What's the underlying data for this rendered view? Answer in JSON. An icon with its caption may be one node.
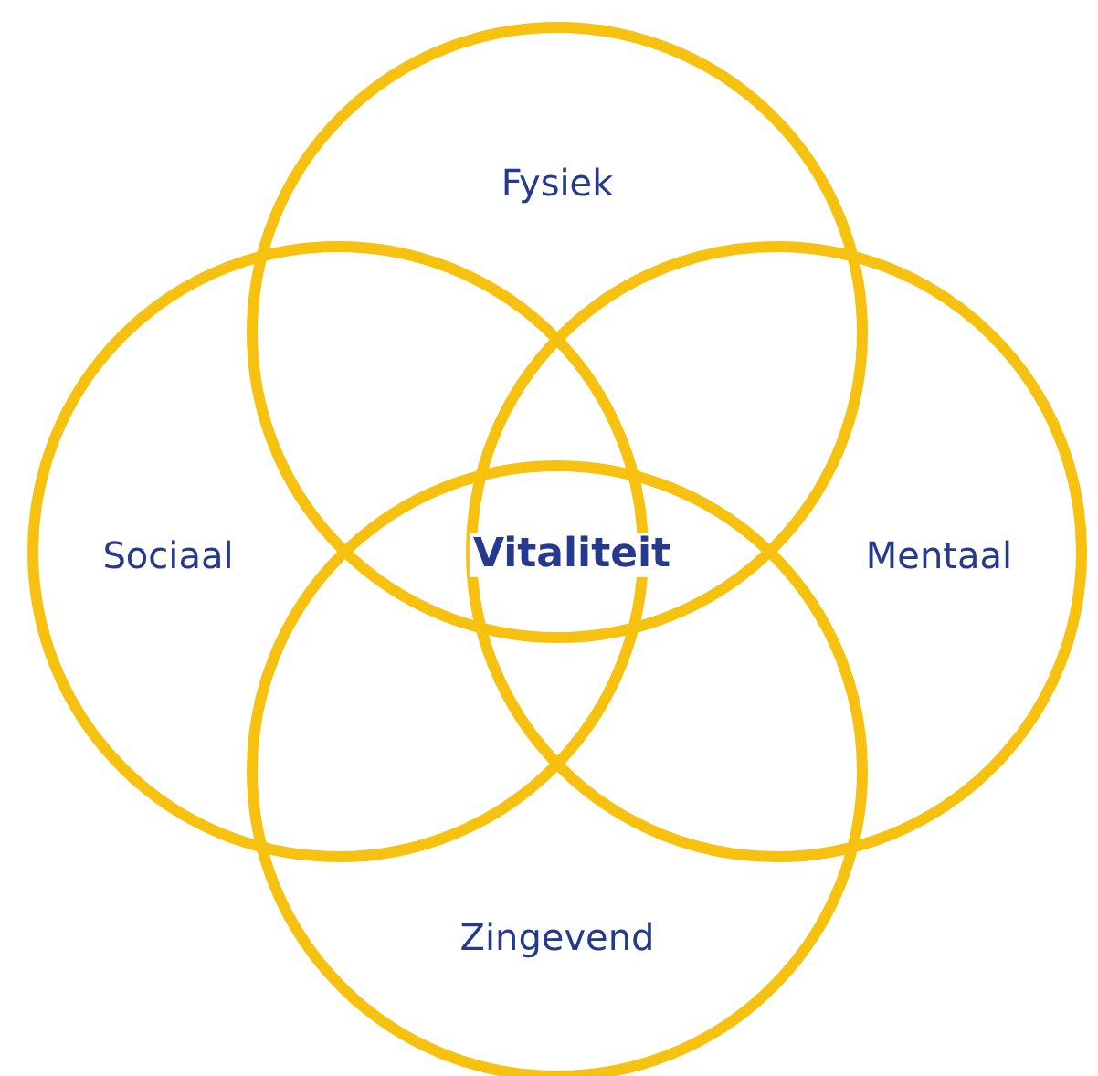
{
  "diagram": {
    "nodes": [
      {
        "text": [
          "Fysiek"
        ]
      },
      {
        "text": [
          "Sociaal"
        ]
      },
      {
        "text": [
          "Mentaal"
        ]
      },
      {
        "text": [
          "Zingevend"
        ]
      }
    ],
    "labels": [
      "Vitaliteit"
    ]
  }
}
